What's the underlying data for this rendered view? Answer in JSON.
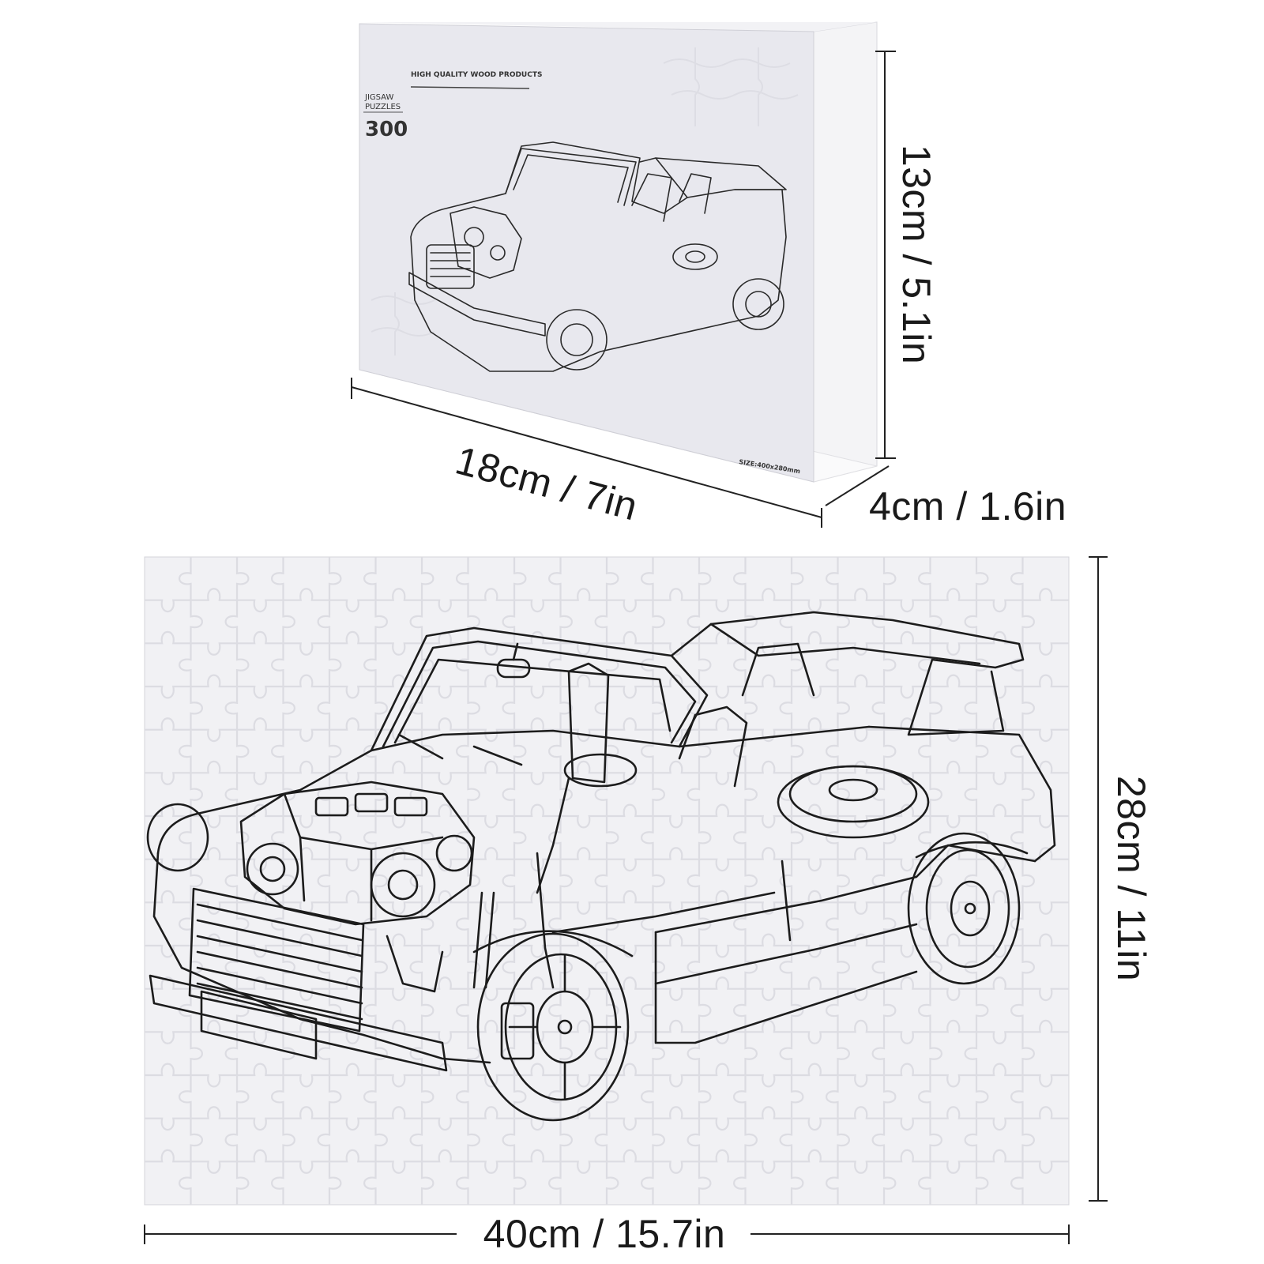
{
  "box": {
    "brand_line": "HIGH QUALITY WOOD PRODUCTS",
    "label_line1": "JIGSAW",
    "label_line2": "PUZZLES",
    "piece_count": "300",
    "size_label": "SIZE:400x280mm"
  },
  "dimensions": {
    "box_height": "13cm / 5.1in",
    "box_width": "18cm / 7in",
    "box_depth": "4cm / 1.6in",
    "puzzle_height": "28cm / 11in",
    "puzzle_width": "40cm / 15.7in"
  },
  "colors": {
    "puzzle_surface": "#f1f1f4",
    "box_face": "#e9e9ee",
    "line_art": "#1c1c1c",
    "dimension_line": "#222222"
  },
  "icons": {
    "artwork": "car-cutaway-drawing"
  }
}
